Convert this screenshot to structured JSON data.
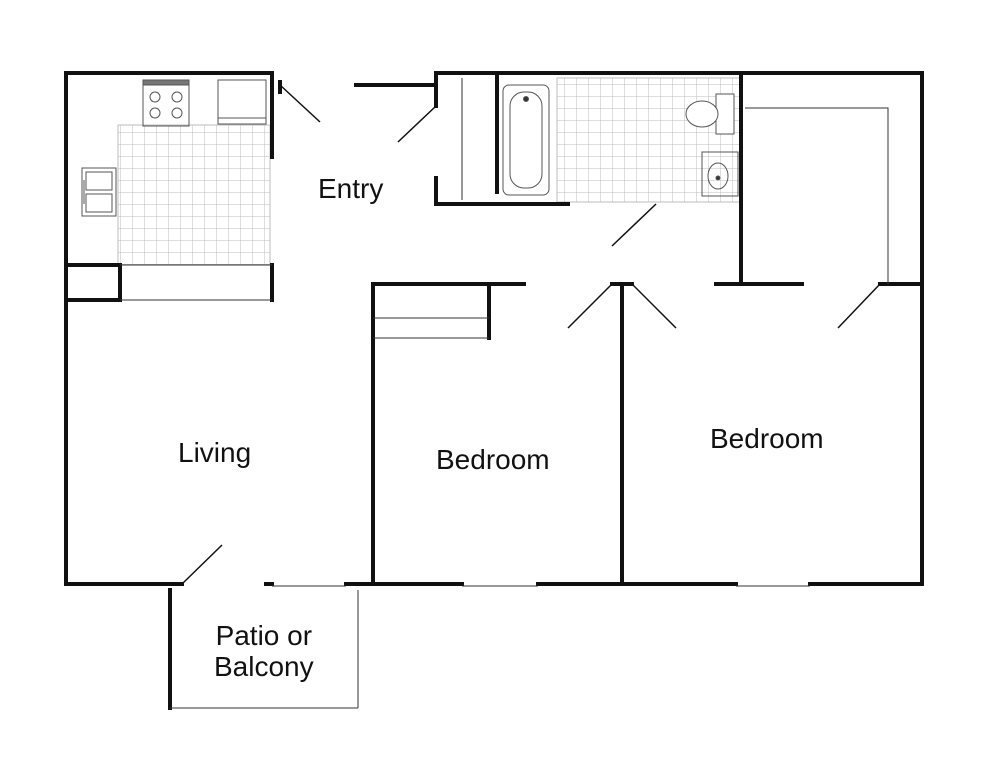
{
  "rooms": {
    "entry": "Entry",
    "living": "Living",
    "bedroom_1": "Bedroom",
    "bedroom_2": "Bedroom",
    "patio_line1": "Patio or",
    "patio_line2": "Balcony"
  },
  "colors": {
    "wall": "#111111",
    "tile_grid": "#bdbdbd",
    "fixture": "#555555",
    "background": "#ffffff"
  }
}
